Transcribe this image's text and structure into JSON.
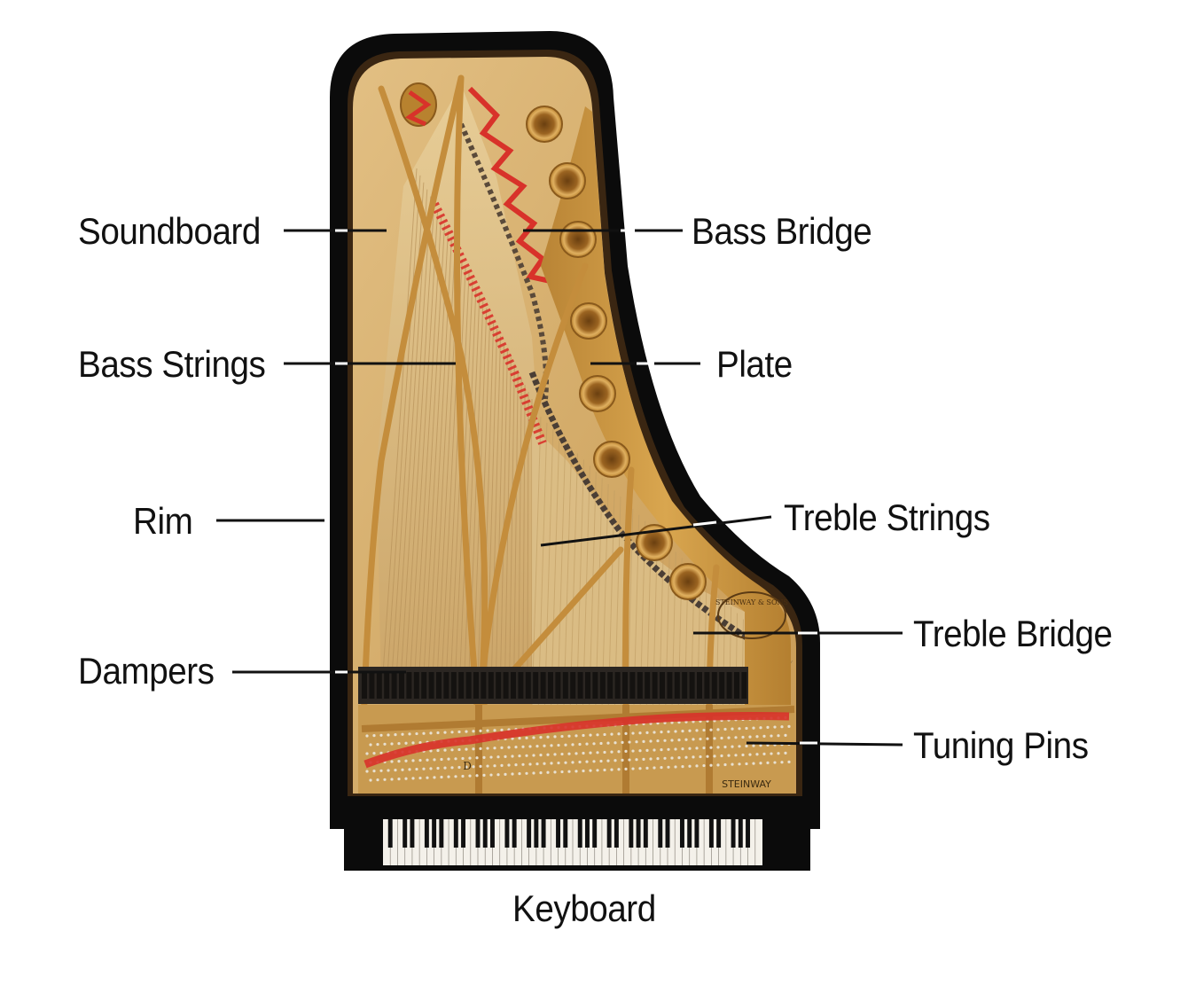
{
  "diagram": {
    "labels": {
      "soundboard": "Soundboard",
      "bass_bridge": "Bass Bridge",
      "bass_strings": "Bass Strings",
      "plate": "Plate",
      "rim": "Rim",
      "treble_strings": "Treble Strings",
      "treble_bridge": "Treble Bridge",
      "dampers": "Dampers",
      "tuning_pins": "Tuning Pins",
      "keyboard": "Keyboard"
    },
    "plate_markings": {
      "brand": "STEINWAY",
      "maker": "STEINWAY & SONS",
      "letter": "D"
    },
    "colors": {
      "case": "#0b0b0b",
      "plate_gold": "#c9963f",
      "soundboard": "#d9b578",
      "felt_red": "#d8322a",
      "leader_line": "#111111"
    }
  }
}
